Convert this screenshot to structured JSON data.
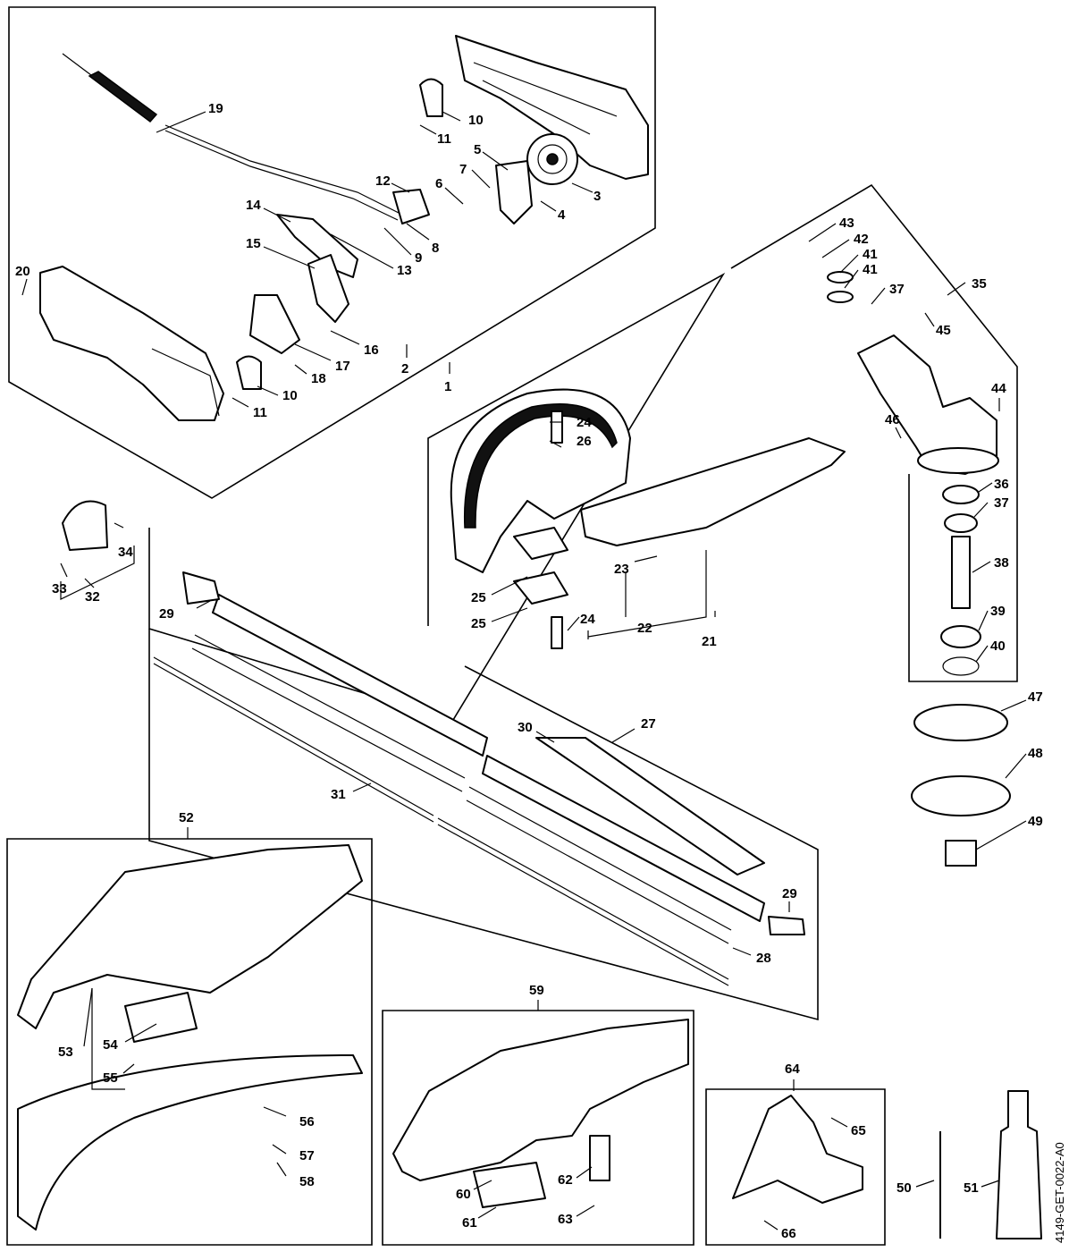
{
  "diagram": {
    "reference_code": "4149-GET-0022-A0",
    "labels": [
      "1",
      "2",
      "3",
      "4",
      "5",
      "6",
      "7",
      "8",
      "9",
      "10",
      "11",
      "12",
      "13",
      "14",
      "15",
      "16",
      "17",
      "18",
      "19",
      "20",
      "21",
      "22",
      "23",
      "24",
      "25",
      "26",
      "27",
      "28",
      "29",
      "30",
      "31",
      "32",
      "33",
      "34",
      "35",
      "36",
      "37",
      "38",
      "39",
      "40",
      "41",
      "42",
      "43",
      "44",
      "45",
      "46",
      "47",
      "48",
      "49",
      "50",
      "51",
      "52",
      "53",
      "54",
      "55",
      "56",
      "57",
      "58",
      "59",
      "60",
      "61",
      "62",
      "63",
      "64",
      "65",
      "66"
    ]
  }
}
